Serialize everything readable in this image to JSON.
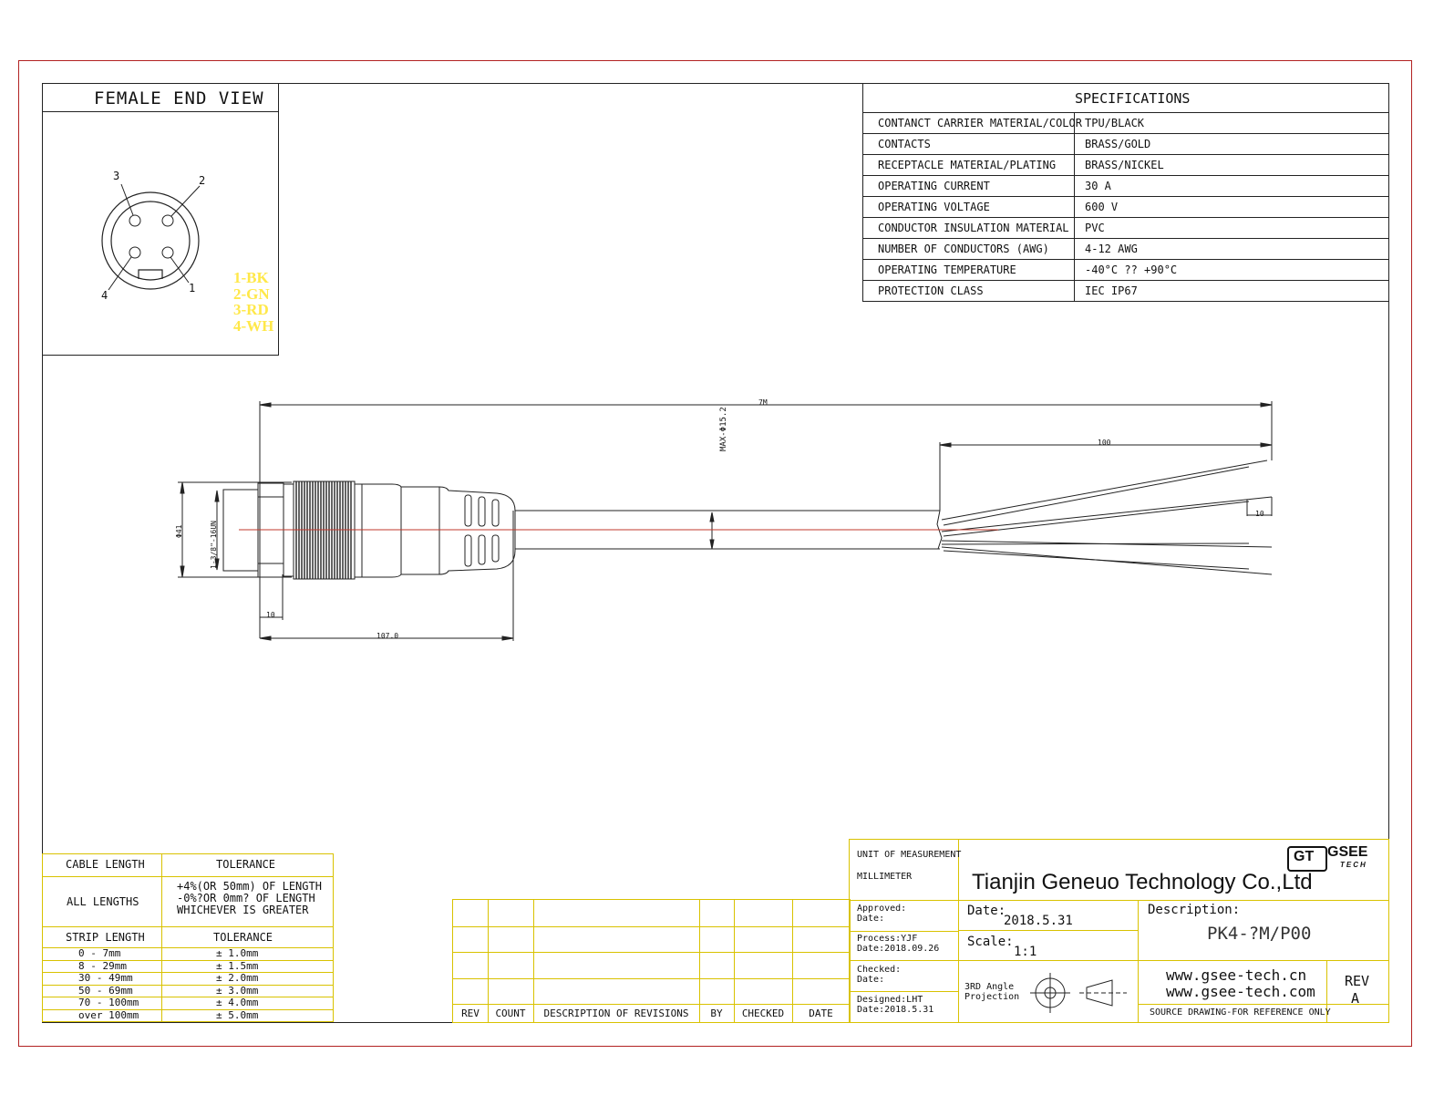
{
  "end_view": {
    "title": "FEMALE END VIEW",
    "pins": [
      "1",
      "2",
      "3",
      "4"
    ],
    "colors": [
      "1-BK",
      "2-GN",
      "3-RD",
      "4-WH"
    ],
    "color_text": "#ffe84a"
  },
  "specs": {
    "title": "SPECIFICATIONS",
    "rows": [
      {
        "label": "CONTANCT CARRIER MATERIAL/COLOR",
        "value": "TPU/BLACK"
      },
      {
        "label": "CONTACTS",
        "value": "BRASS/GOLD"
      },
      {
        "label": "RECEPTACLE MATERIAL/PLATING",
        "value": "BRASS/NICKEL"
      },
      {
        "label": "OPERATING CURRENT",
        "value": "30 A"
      },
      {
        "label": "OPERATING VOLTAGE",
        "value": "600 V"
      },
      {
        "label": "CONDUCTOR INSULATION MATERIAL",
        "value": "PVC"
      },
      {
        "label": "NUMBER OF CONDUCTORS (AWG)",
        "value": "4-12 AWG"
      },
      {
        "label": "OPERATING TEMPERATURE",
        "value": "-40°C ?? +90°C"
      },
      {
        "label": "PROTECTION CLASS",
        "value": "IEC  IP67"
      }
    ]
  },
  "drawing": {
    "dim_total": "7M",
    "dim_max_dia": "MAX-Φ15.2",
    "dim_strip": "100",
    "dim_tinned": "10",
    "dim_outer_dia": "Φ41",
    "dim_thread": "1-3/8\"-16UN",
    "dim_face": "10",
    "dim_connector_len": "107.0",
    "centerline_color": "#c0392b"
  },
  "tolerance": {
    "cable_header": [
      "CABLE LENGTH",
      "TOLERANCE"
    ],
    "all_lengths": "ALL LENGTHS",
    "all_tol": [
      "+4%(OR 50mm) OF LENGTH",
      "-0%?OR 0mm? OF LENGTH",
      "WHICHEVER  IS  GREATER"
    ],
    "strip_header": [
      "STRIP LENGTH",
      "TOLERANCE"
    ],
    "strip_rows": [
      {
        "range": "0 - 7mm",
        "tol": "± 1.0mm"
      },
      {
        "range": "8 - 29mm",
        "tol": "± 1.5mm"
      },
      {
        "range": "30 - 49mm",
        "tol": "± 2.0mm"
      },
      {
        "range": "50 - 69mm",
        "tol": "± 3.0mm"
      },
      {
        "range": "70 - 100mm",
        "tol": "± 4.0mm"
      },
      {
        "range": "over 100mm",
        "tol": "± 5.0mm"
      }
    ]
  },
  "revisions": {
    "headers": [
      "REV",
      "COUNT",
      "DESCRIPTION  OF  REVISIONS",
      "BY",
      "CHECKED",
      "DATE"
    ]
  },
  "title_block": {
    "unit_label": "UNIT OF MEASUREMENT",
    "unit_value": "MILLIMETER",
    "company": "Tianjin Geneuo Technology Co.,Ltd",
    "logo_text": "GT",
    "logo_brand": "GSEE",
    "logo_sub": "TECH",
    "approved": "Approved:",
    "approved_date": "Date:",
    "process": "Process:YJF",
    "process_date": "Date:2018.09.26",
    "checked": "Checked:",
    "checked_date": "Date:",
    "designed": "Designed:LHT",
    "designed_date": "Date:2018.5.31",
    "date_label": "Date:",
    "date_value": "2018.5.31",
    "scale_label": "Scale:",
    "scale_value": "1:1",
    "projection": [
      "3RD Angle",
      "Projection"
    ],
    "desc_label": "Description:",
    "desc_value": "PK4-?M/P00",
    "web1": "www.gsee-tech.cn",
    "web2": "www.gsee-tech.com",
    "rev_label": "REV",
    "rev_value": "A",
    "source_note": "SOURCE DRAWING-FOR REFERENCE ONLY",
    "accent": "#d9c200"
  }
}
